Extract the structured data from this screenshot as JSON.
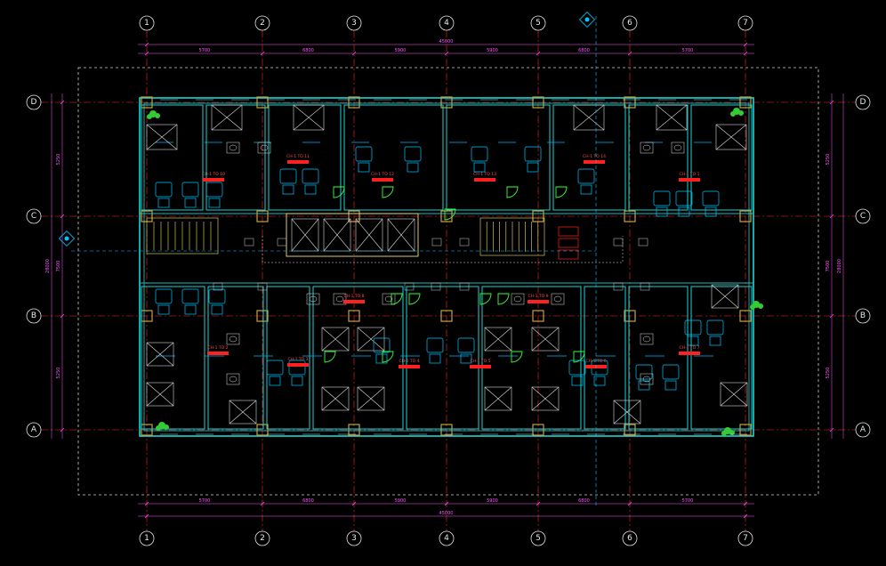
{
  "drawing": {
    "background": "#000000",
    "colors": {
      "wall": "#18d4d4",
      "wall_alt": "#00b8ff",
      "axis": "#ff2a2a",
      "dimension": "#ff55ff",
      "furniture": "#00c8ff",
      "door": "#3aff3a",
      "column": "#c8a040",
      "tag": "#ff2020",
      "outline": "#d0d0d0",
      "stair": "#f0e070"
    },
    "grid_top": [
      "1",
      "2",
      "3",
      "4",
      "5",
      "6",
      "7"
    ],
    "grid_bottom": [
      "1",
      "2",
      "3",
      "4",
      "5",
      "6",
      "7"
    ],
    "grid_left": [
      "D",
      "C",
      "B",
      "A"
    ],
    "grid_right": [
      "D",
      "C",
      "B",
      "A"
    ],
    "dims_top": [
      "5700",
      "6800",
      "5900",
      "5900",
      "6800",
      "5700"
    ],
    "dims_top_total": "45000",
    "dims_bottom": [
      "5700",
      "6800",
      "5900",
      "5900",
      "6800",
      "5700"
    ],
    "dims_bottom_total": "45000",
    "dims_left": [
      "5250",
      "7500",
      "5250"
    ],
    "dims_left_total": "28000",
    "dims_right": [
      "5250",
      "7500",
      "5250"
    ],
    "dims_right_total": "28000",
    "unit_tags": [
      "CH-1 TO 10",
      "CH-1 TO 11",
      "CH-1 TO 12",
      "CH-1 TO 13",
      "CH-1 TO 14",
      "CH-1 TO 1",
      "CH-1 TO 2",
      "CH-1 TO 3",
      "CH-1 TO 4",
      "CH-1 TO 5",
      "CH-1 TO 6",
      "CH-1 TO 7",
      "CH-1 TO 8",
      "CH-1 TO 9"
    ]
  }
}
